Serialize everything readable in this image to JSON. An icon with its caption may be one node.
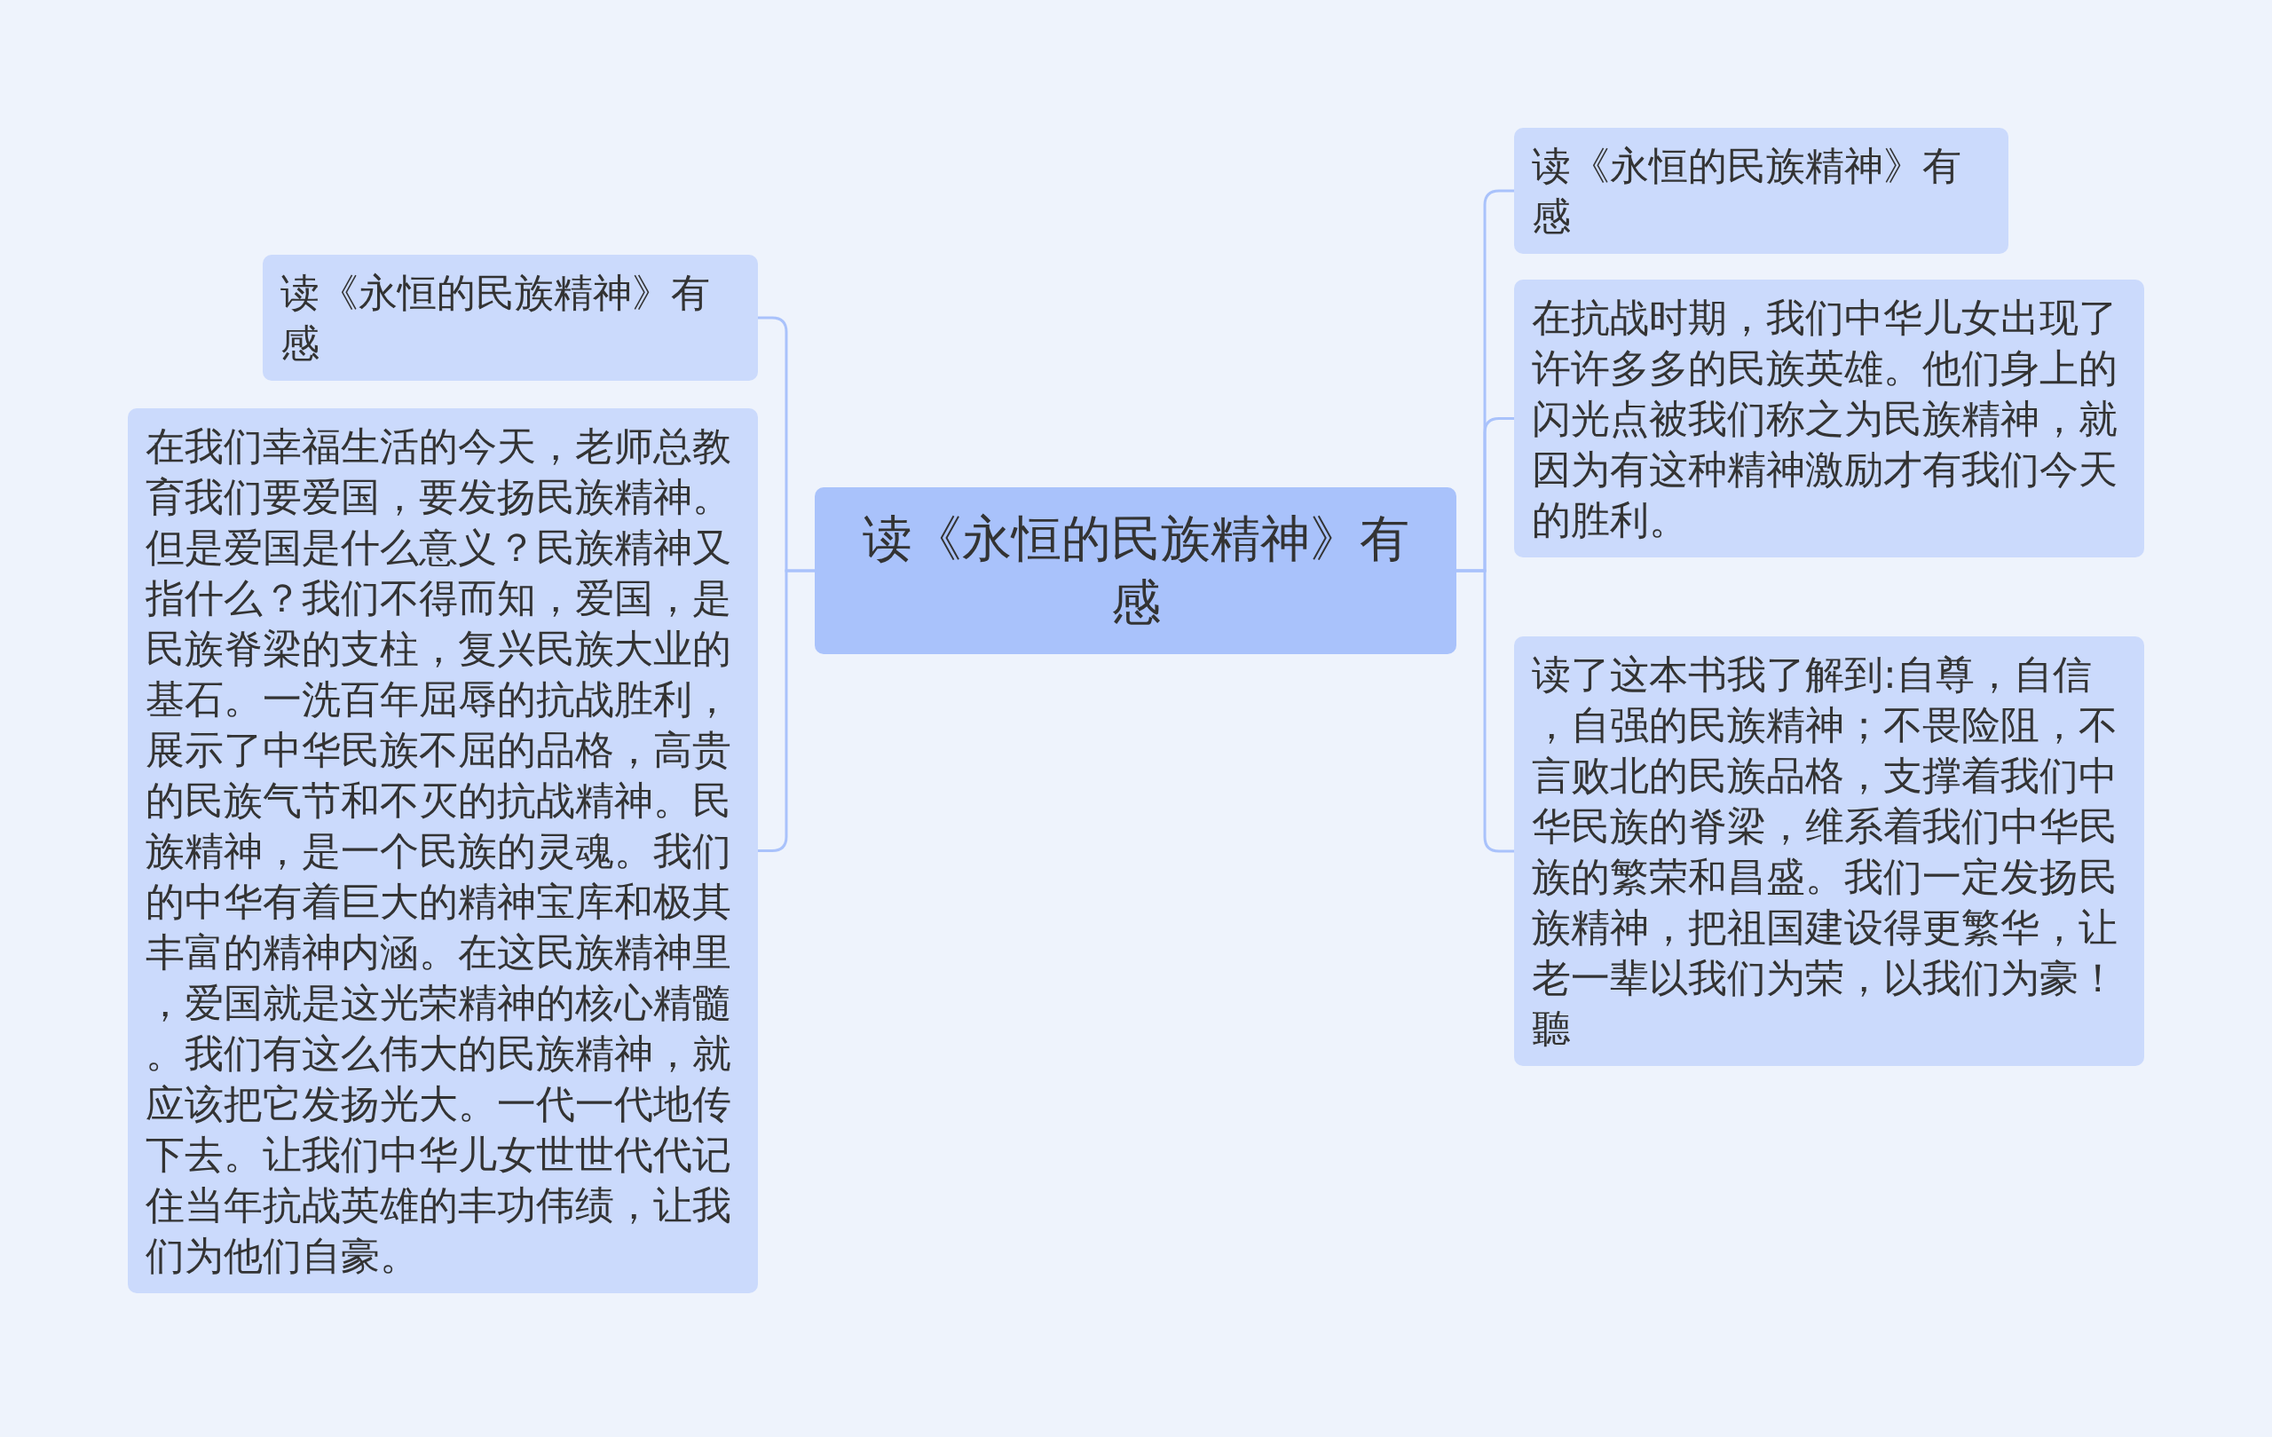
{
  "diagram": {
    "nodes": [
      {
        "text": [
          "读《永恒的民族精神》有感"
        ]
      },
      {
        "text": [
          "读《永恒的民族精神》有感"
        ]
      },
      {
        "text": [
          "在我们幸福生活的今天，老师总教育我们要爱国，要发扬民族精神。但是爱国是什么意义？民族精神又指什么？我们不得而知，爱国，是民族脊梁的支柱，复兴民族大业的基石。一洗百年屈辱的抗战胜利，展示了中华民族不屈的品格，高贵的民族气节和不灭的抗战精神。民族精神，是一个民族的灵魂。我们的中华有着巨大的精神宝库和极其丰富的精神内涵。在这民族精神里，爱国就是这光荣精神的核心精髓。我们有这么伟大的民族精神，就应该把它发扬光大。一代一代地传下去。让我们中华儿女世世代代记住当年抗战英雄的丰功伟绩，让我们为他们自豪。"
        ]
      },
      {
        "text": [
          "读《永恒的民族精神》有感"
        ]
      },
      {
        "text": [
          "在抗战时期，我们中华儿女出现了许许多多的民族英雄。他们身上的闪光点被我们称之为民族精神，就因为有这种精神激励才有我们今天的胜利。"
        ]
      },
      {
        "text": [
          "读了这本书我了解到:自尊，自信，自强的民族精神；不畏险阻，不言败北的民族品格，支撑着我们中华民族的脊梁，维系着我们中华民族的繁荣和昌盛。我们一定发扬民族精神，把祖国建设得更繁华，让老一辈以我们为荣，以我们为豪！聽"
        ]
      }
    ],
    "edges": [
      {
        "from": 0,
        "to": 1,
        "arrow": "none"
      },
      {
        "from": 0,
        "to": 2,
        "arrow": "none"
      },
      {
        "from": 0,
        "to": 3,
        "arrow": "none"
      },
      {
        "from": 0,
        "to": 4,
        "arrow": "none"
      },
      {
        "from": 0,
        "to": 5,
        "arrow": "none"
      }
    ]
  }
}
